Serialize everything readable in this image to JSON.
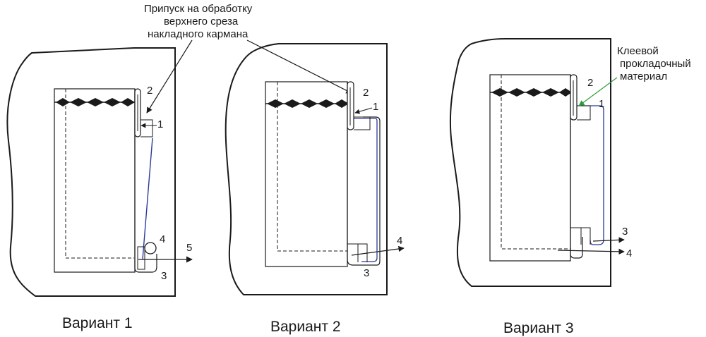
{
  "header_annotation": {
    "line1": "Припуск на обработку",
    "line2": "верхнего среза",
    "line3": "накладного кармана"
  },
  "side_annotation": {
    "line1": "Клеевой",
    "line2": "прокладочный",
    "line3": "материал"
  },
  "variants": [
    {
      "caption": "Вариант 1",
      "labels": {
        "a": "2",
        "b": "1",
        "c": "4",
        "d": "5",
        "e": "3"
      }
    },
    {
      "caption": "Вариант 2",
      "labels": {
        "a": "2",
        "b": "1",
        "c": "4",
        "d": "3"
      }
    },
    {
      "caption": "Вариант 3",
      "labels": {
        "a": "2",
        "b": "1",
        "c": "3",
        "d": "4"
      }
    }
  ],
  "colors": {
    "outline": "#1a1a1a",
    "thread": "#2a3a9a",
    "leader_green": "#2e9a3e"
  }
}
